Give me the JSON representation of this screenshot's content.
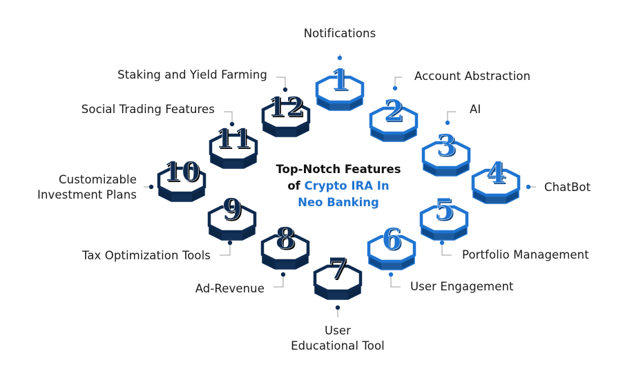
{
  "title": {
    "line1": "Top-Notch Features",
    "line2_prefix": "of ",
    "line2_accent": "Crypto IRA In",
    "line3_accent": "Neo Banking"
  },
  "colors": {
    "accent": "#1f74d1",
    "dark_navy": "#0e2a4f",
    "blue_side": "#0f4a8a",
    "navy_side": "#0b2545",
    "connector_line": "#9a9a9a",
    "label_text": "#1a1a1a"
  },
  "features": [
    {
      "number": "1",
      "label": "Notifications",
      "theme": "blue"
    },
    {
      "number": "2",
      "label": "Account Abstraction",
      "theme": "blue"
    },
    {
      "number": "3",
      "label": "AI",
      "theme": "blue"
    },
    {
      "number": "4",
      "label": "ChatBot",
      "theme": "blue"
    },
    {
      "number": "5",
      "label": "Portfolio Management",
      "theme": "blue"
    },
    {
      "number": "6",
      "label": "User Engagement",
      "theme": "blue"
    },
    {
      "number": "7",
      "label": "User Educational Tool",
      "label_lines": [
        "User",
        "Educational Tool"
      ],
      "theme": "navy"
    },
    {
      "number": "8",
      "label": "Ad-Revenue",
      "theme": "navy"
    },
    {
      "number": "9",
      "label": "Tax Optimization Tools",
      "theme": "navy"
    },
    {
      "number": "10",
      "label": "Customizable Investment Plans",
      "label_lines": [
        "Customizable",
        "Investment Plans"
      ],
      "theme": "navy"
    },
    {
      "number": "11",
      "label": "Social Trading Features",
      "theme": "navy"
    },
    {
      "number": "12",
      "label": "Staking and Yield Farming",
      "theme": "navy"
    }
  ]
}
